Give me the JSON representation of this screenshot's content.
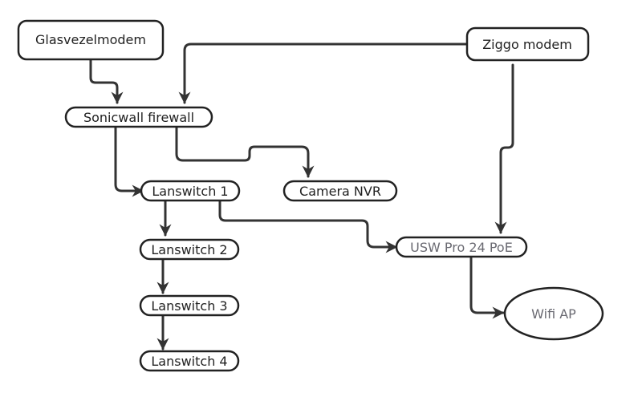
{
  "diagram": {
    "type": "network-topology",
    "nodes": [
      {
        "id": "glasvezelmodem",
        "label": "Glasvezelmodem",
        "shape": "rounded-rect"
      },
      {
        "id": "ziggo",
        "label": "Ziggo modem",
        "shape": "rounded-rect"
      },
      {
        "id": "sonicwall",
        "label": "Sonicwall firewall",
        "shape": "pill"
      },
      {
        "id": "lanswitch1",
        "label": "Lanswitch 1",
        "shape": "pill"
      },
      {
        "id": "camera",
        "label": "Camera NVR",
        "shape": "pill"
      },
      {
        "id": "lanswitch2",
        "label": "Lanswitch 2",
        "shape": "pill"
      },
      {
        "id": "lanswitch3",
        "label": "Lanswitch 3",
        "shape": "pill"
      },
      {
        "id": "lanswitch4",
        "label": "Lanswitch 4",
        "shape": "pill"
      },
      {
        "id": "usw",
        "label": "USW Pro 24 PoE",
        "shape": "pill"
      },
      {
        "id": "wifi",
        "label": "Wifi AP",
        "shape": "ellipse"
      }
    ],
    "edges": [
      {
        "from": "glasvezelmodem",
        "to": "sonicwall"
      },
      {
        "from": "ziggo",
        "to": "sonicwall"
      },
      {
        "from": "ziggo",
        "to": "usw"
      },
      {
        "from": "sonicwall",
        "to": "lanswitch1"
      },
      {
        "from": "sonicwall",
        "to": "camera"
      },
      {
        "from": "lanswitch1",
        "to": "lanswitch2"
      },
      {
        "from": "lanswitch1",
        "to": "usw"
      },
      {
        "from": "lanswitch2",
        "to": "lanswitch3"
      },
      {
        "from": "lanswitch3",
        "to": "lanswitch4"
      },
      {
        "from": "usw",
        "to": "wifi"
      }
    ],
    "colors": {
      "stroke": "#333333",
      "text": "#222222",
      "muted_text": "#6a6a72"
    }
  }
}
